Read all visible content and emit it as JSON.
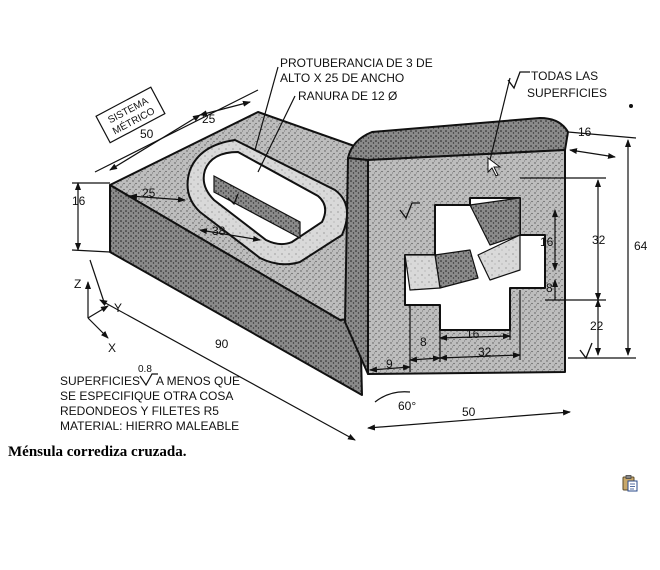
{
  "figure": {
    "caption": "Ménsula corrediza cruzada.",
    "system_label": [
      "SISTEMA",
      "MÉTRICO"
    ],
    "callouts": {
      "boss": [
        "PROTUBERANCIA DE 3 DE",
        "ALTO X 25 DE ANCHO"
      ],
      "slot": "RANURA DE 12 Ø",
      "all_surfaces": [
        "TODAS LAS",
        "SUPERFICIES"
      ]
    },
    "notes": {
      "surfaces_prefix": "SUPERFICIES",
      "surfaces_value": "0.8",
      "surfaces_suffix": "A MENOS QUE",
      "line2": "SE ESPECIFIQUE OTRA COSA",
      "line3": "REDONDEOS Y FILETES R5",
      "line4": "MATERIAL: HIERRO MALEABLE"
    },
    "axes": {
      "z": "Z",
      "y": "Y",
      "x": "X"
    },
    "dimensions": {
      "boss_length": "50",
      "boss_width": "25",
      "base_height": "16",
      "slot_offset": "25",
      "slot_length": "38",
      "overall_length": "90",
      "angle": "60°",
      "upright_width": "50",
      "upright_thickness": "16",
      "overall_height": "64",
      "groove_height_32": "32",
      "groove_height_16": "16",
      "groove_height_8": "8",
      "bottom_22": "22",
      "left_9": "9",
      "bottom_8": "8",
      "bottom_16": "16",
      "bottom_32": "32"
    }
  }
}
